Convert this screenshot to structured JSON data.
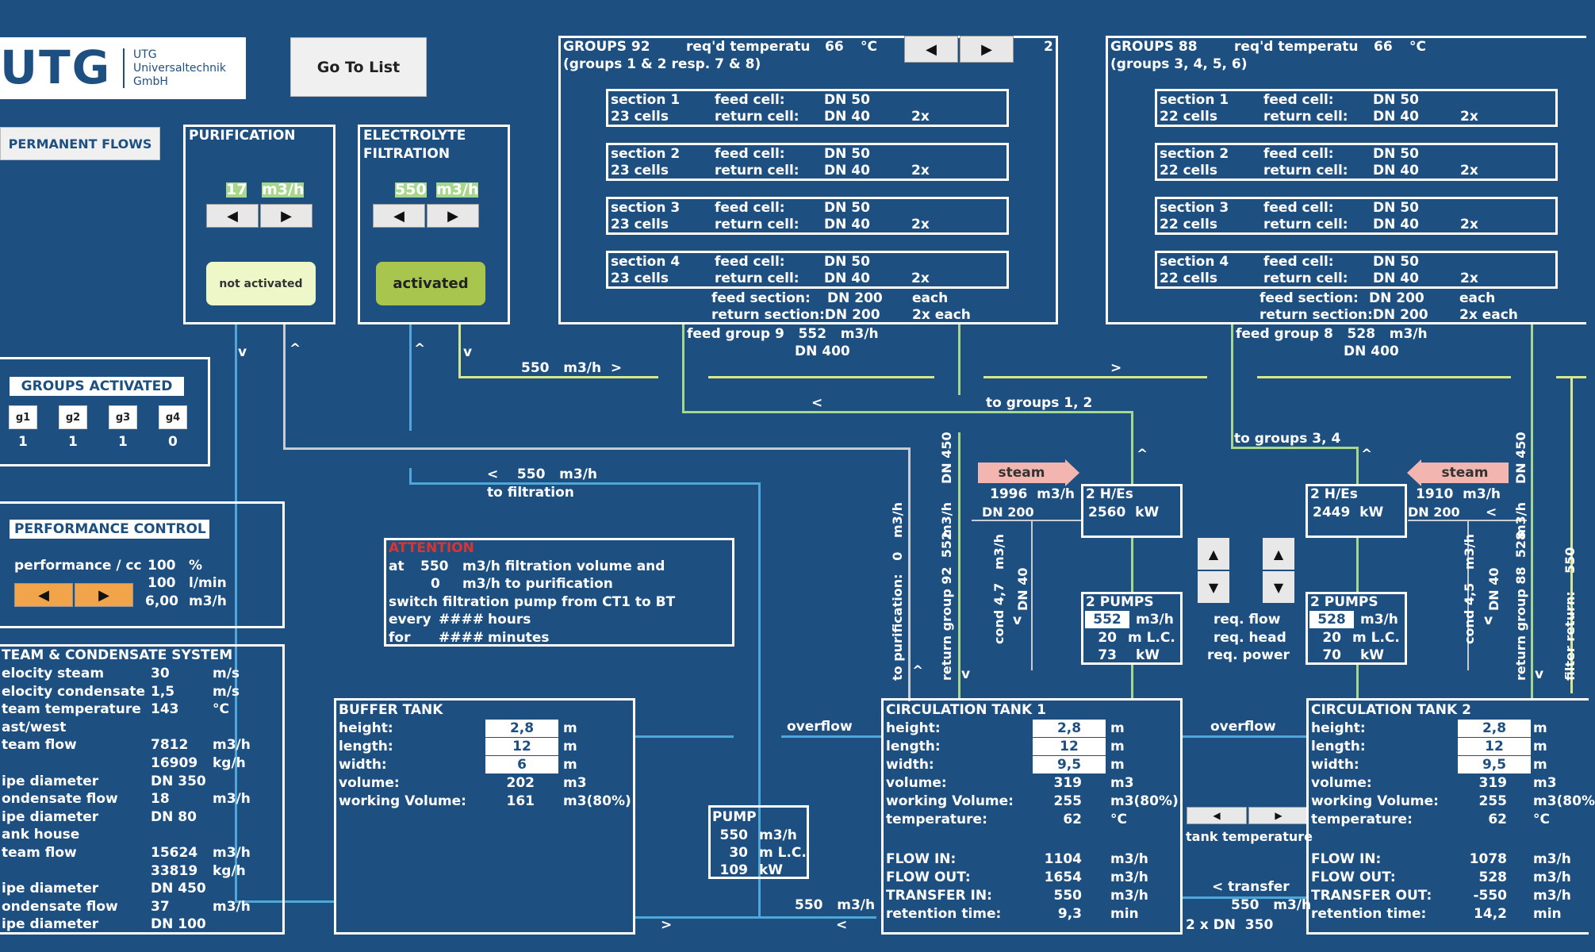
{
  "brand": {
    "logo": "UTG",
    "company_line1": "UTG",
    "company_line2": "Universaltechnik",
    "company_line3": "GmbH"
  },
  "nav": {
    "go_to_list": "Go To List",
    "permanent_flows": "PERMANENT FLOWS"
  },
  "purification": {
    "title": "PURIFICATION",
    "flow": "17",
    "unit": "m3/h",
    "status": "not activated"
  },
  "filtration": {
    "title1": "ELECTROLYTE",
    "title2": "FILTRATION",
    "flow": "550",
    "unit": "m3/h",
    "status": "activated"
  },
  "groups92": {
    "title": "GROUPS 92",
    "subtitle": "(groups 1 & 2 resp. 7 & 8)",
    "req_label": "req'd temperatu",
    "req_value": "66",
    "req_unit": "°C",
    "index": "2",
    "sections": [
      {
        "name": "section 1",
        "cells": "23 cells",
        "feed": "feed cell:",
        "feed_dn": "DN 50",
        "ret": "return cell:",
        "ret_dn": "DN 40",
        "mult": "2x"
      },
      {
        "name": "section 2",
        "cells": "23 cells",
        "feed": "feed cell:",
        "feed_dn": "DN 50",
        "ret": "return cell:",
        "ret_dn": "DN 40",
        "mult": "2x"
      },
      {
        "name": "section 3",
        "cells": "23 cells",
        "feed": "feed cell:",
        "feed_dn": "DN 50",
        "ret": "return cell:",
        "ret_dn": "DN 40",
        "mult": "2x"
      },
      {
        "name": "section 4",
        "cells": "23 cells",
        "feed": "feed cell:",
        "feed_dn": "DN 50",
        "ret": "return cell:",
        "ret_dn": "DN 40",
        "mult": "2x"
      }
    ],
    "feed_section": "feed section:",
    "feed_section_dn": "DN 200",
    "feed_section_each": "each",
    "return_section": "return section:DN 200",
    "return_section_each": "2x each"
  },
  "groups88": {
    "title": "GROUPS 88",
    "subtitle": "(groups 3, 4, 5, 6)",
    "req_label": "req'd temperatu",
    "req_value": "66",
    "req_unit": "°C",
    "sections": [
      {
        "name": "section 1",
        "cells": "22 cells",
        "feed": "feed cell:",
        "feed_dn": "DN 50",
        "ret": "return cell:",
        "ret_dn": "DN 40",
        "mult": "2x"
      },
      {
        "name": "section 2",
        "cells": "22 cells",
        "feed": "feed cell:",
        "feed_dn": "DN 50",
        "ret": "return cell:",
        "ret_dn": "DN 40",
        "mult": "2x"
      },
      {
        "name": "section 3",
        "cells": "22 cells",
        "feed": "feed cell:",
        "feed_dn": "DN 50",
        "ret": "return cell:",
        "ret_dn": "DN 40",
        "mult": "2x"
      },
      {
        "name": "section 4",
        "cells": "22 cells",
        "feed": "feed cell:",
        "feed_dn": "DN 50",
        "ret": "return cell:",
        "ret_dn": "DN 40",
        "mult": "2x"
      }
    ],
    "feed_section": "feed section:",
    "feed_section_dn": "DN 200",
    "feed_section_each": "each",
    "return_section": "return section:DN 200",
    "return_section_each": "2x each"
  },
  "flows": {
    "feed_group9": "feed group 9   552   m3/h",
    "feed_group9_dn": "DN 400",
    "feed_group8": "feed group 8   528   m3/h",
    "feed_group8_dn": "DN 400",
    "filt_550": "550   m3/h  >",
    "to_groups12": "to groups 1, 2",
    "to_groups34": "to groups 3, 4",
    "lt": "<",
    "gt": ">",
    "v": "v",
    "caret": "^",
    "to_filtration_val": "<    550   m3/h",
    "to_filtration": "to filtration",
    "overflow": "overflow",
    "overflow2": "overflow",
    "bottom_550": "550   m3/h",
    "transfer": "< transfer",
    "transfer_val": "550   m3/h",
    "transfer_dn": "2 x DN  350",
    "tank_temperature": "tank temperature"
  },
  "groups_activated": {
    "title": "GROUPS ACTIVATED",
    "items": [
      {
        "label": "g1",
        "value": "1"
      },
      {
        "label": "g2",
        "value": "1"
      },
      {
        "label": "g3",
        "value": "1"
      },
      {
        "label": "g4",
        "value": "0"
      }
    ]
  },
  "performance": {
    "title": "PERFORMANCE CONTROL",
    "label": "performance / cc",
    "v1": "100",
    "u1": "%",
    "v2": "100",
    "u2": "l/min",
    "v3": "6,00",
    "u3": "m3/h"
  },
  "attention": {
    "title": "ATTENTION",
    "l1a": "at",
    "l1b": "550",
    "l1c": "m3/h filtration volume and",
    "l2b": "0",
    "l2c": "m3/h to purification",
    "l3": "switch filtration pump from CT1 to BT",
    "l4a": "every",
    "l4b": "####",
    "l4c": "hours",
    "l5a": "for",
    "l5b": "####",
    "l5c": "minutes"
  },
  "steam_system": {
    "title": "TEAM & CONDENSATE SYSTEM",
    "rows": [
      {
        "label": "elocity steam",
        "value": "30",
        "unit": "m/s"
      },
      {
        "label": "elocity condensate",
        "value": "1,5",
        "unit": "m/s"
      },
      {
        "label": "team temperature",
        "value": "143",
        "unit": "°C"
      },
      {
        "label": "ast/west",
        "value": "",
        "unit": ""
      },
      {
        "label": "team flow",
        "value": "7812",
        "unit": "m3/h"
      },
      {
        "label": "",
        "value": "16909",
        "unit": "kg/h"
      },
      {
        "label": "ipe diameter",
        "value": "DN 350",
        "unit": ""
      },
      {
        "label": "ondensate flow",
        "value": "18",
        "unit": "m3/h"
      },
      {
        "label": "ipe diameter",
        "value": "DN 80",
        "unit": ""
      },
      {
        "label": "ank house",
        "value": "",
        "unit": ""
      },
      {
        "label": "team flow",
        "value": "15624",
        "unit": "m3/h"
      },
      {
        "label": "",
        "value": "33819",
        "unit": "kg/h"
      },
      {
        "label": "ipe diameter",
        "value": "DN 450",
        "unit": ""
      },
      {
        "label": "ondensate flow",
        "value": "37",
        "unit": "m3/h"
      },
      {
        "label": "ipe diameter",
        "value": "DN 100",
        "unit": ""
      }
    ]
  },
  "buffer_tank": {
    "title": "BUFFER TANK",
    "rows": [
      {
        "label": "height:",
        "value": "2,8",
        "unit": "m",
        "field": true
      },
      {
        "label": "length:",
        "value": "12",
        "unit": "m",
        "field": true
      },
      {
        "label": "width:",
        "value": "6",
        "unit": "m",
        "field": true
      },
      {
        "label": "volume:",
        "value": "202",
        "unit": "m3",
        "field": false
      },
      {
        "label": "working Volume:",
        "value": "161",
        "unit": "m3(80%)",
        "field": false
      }
    ]
  },
  "pump": {
    "title": "PUMP",
    "flow": "550",
    "flow_u": "m3/h",
    "head": "30",
    "head_u": "m L.C.",
    "power": "109",
    "power_u": "kW"
  },
  "hx1": {
    "title": "2 H/Es",
    "power": "2560  kW",
    "steam": "steam",
    "steam_flow": "1996  m3/h",
    "dn": "DN 200"
  },
  "hx2": {
    "title": "2 H/Es",
    "power": "2449  kW",
    "steam": "steam",
    "steam_flow": "1910  m3/h",
    "dn": "DN 200"
  },
  "pumps1": {
    "title": "2 PUMPS",
    "flow": "552",
    "flow_u": "m3/h",
    "head": "20",
    "head_u": "m L.C.",
    "power": "73",
    "power_u": "kW"
  },
  "pumps2": {
    "title": "2 PUMPS",
    "flow": "528",
    "flow_u": "m3/h",
    "head": "20",
    "head_u": "m L.C.",
    "power": "70",
    "power_u": "kW"
  },
  "req": {
    "flow": "req. flow",
    "head": "req. head",
    "power": "req. power"
  },
  "vertical": {
    "dn450a": "DN 450",
    "dn450b": "DN 450",
    "m3h_a": "m3/h",
    "m3h_b": "m3/h",
    "m3h_c": "m3/h",
    "to_purif": "to purification:   0",
    "ret92": "return group 92  552",
    "cond47": "cond 4,7",
    "dn40a": "DN 40",
    "cond45": "cond 4,5",
    "dn40b": "DN 40",
    "ret88": "return group 88  528",
    "filt_ret": "filter return:    550",
    "m3h_d": "m3/h",
    "m3h_e": "m3/h"
  },
  "ct1": {
    "title": "CIRCULATION TANK 1",
    "rows": [
      {
        "label": "height:",
        "value": "2,8",
        "unit": "m",
        "field": true
      },
      {
        "label": "length:",
        "value": "12",
        "unit": "m",
        "field": true
      },
      {
        "label": "width:",
        "value": "9,5",
        "unit": "m",
        "field": true
      },
      {
        "label": "volume:",
        "value": "319",
        "unit": "m3",
        "field": false
      },
      {
        "label": "working Volume:",
        "value": "255",
        "unit": "m3(80%)",
        "field": false
      },
      {
        "label": "temperature:",
        "value": "62",
        "unit": "°C",
        "field": false
      }
    ],
    "flows": [
      {
        "label": "FLOW IN:",
        "value": "1104",
        "unit": "m3/h"
      },
      {
        "label": "FLOW OUT:",
        "value": "1654",
        "unit": "m3/h"
      },
      {
        "label": "TRANSFER IN:",
        "value": "550",
        "unit": "m3/h"
      },
      {
        "label": "retention time:",
        "value": "9,3",
        "unit": "min"
      }
    ]
  },
  "ct2": {
    "title": "CIRCULATION TANK 2",
    "rows": [
      {
        "label": "height:",
        "value": "2,8",
        "unit": "m",
        "field": true
      },
      {
        "label": "length:",
        "value": "12",
        "unit": "m",
        "field": true
      },
      {
        "label": "width:",
        "value": "9,5",
        "unit": "m",
        "field": true
      },
      {
        "label": "volume:",
        "value": "319",
        "unit": "m3",
        "field": false
      },
      {
        "label": "working Volume:",
        "value": "255",
        "unit": "m3(80%",
        "field": false
      },
      {
        "label": "temperature:",
        "value": "62",
        "unit": "°C",
        "field": false
      }
    ],
    "flows": [
      {
        "label": "FLOW IN:",
        "value": "1078",
        "unit": "m3/h"
      },
      {
        "label": "FLOW OUT:",
        "value": "528",
        "unit": "m3/h"
      },
      {
        "label": "TRANSFER OUT:",
        "value": "-550",
        "unit": "m3/h"
      },
      {
        "label": "retention time:",
        "value": "14,2",
        "unit": "min"
      }
    ]
  },
  "icons": {
    "left": "◀",
    "right": "▶",
    "up": "▲",
    "down": "▼",
    "steam_right": "steam-arrow-right",
    "steam_left": "steam-arrow-left"
  },
  "colors": {
    "background": "#1d5081",
    "pipe_blue": "#4ea6d9",
    "pipe_yellow": "#d8e78a",
    "pipe_green": "#a7d78a",
    "activated": "#a8c54e",
    "not_activated": "#eef7c8",
    "orange_arrows": "#f2a44a",
    "steam": "#f3b5b0",
    "attention": "#e0322d"
  }
}
